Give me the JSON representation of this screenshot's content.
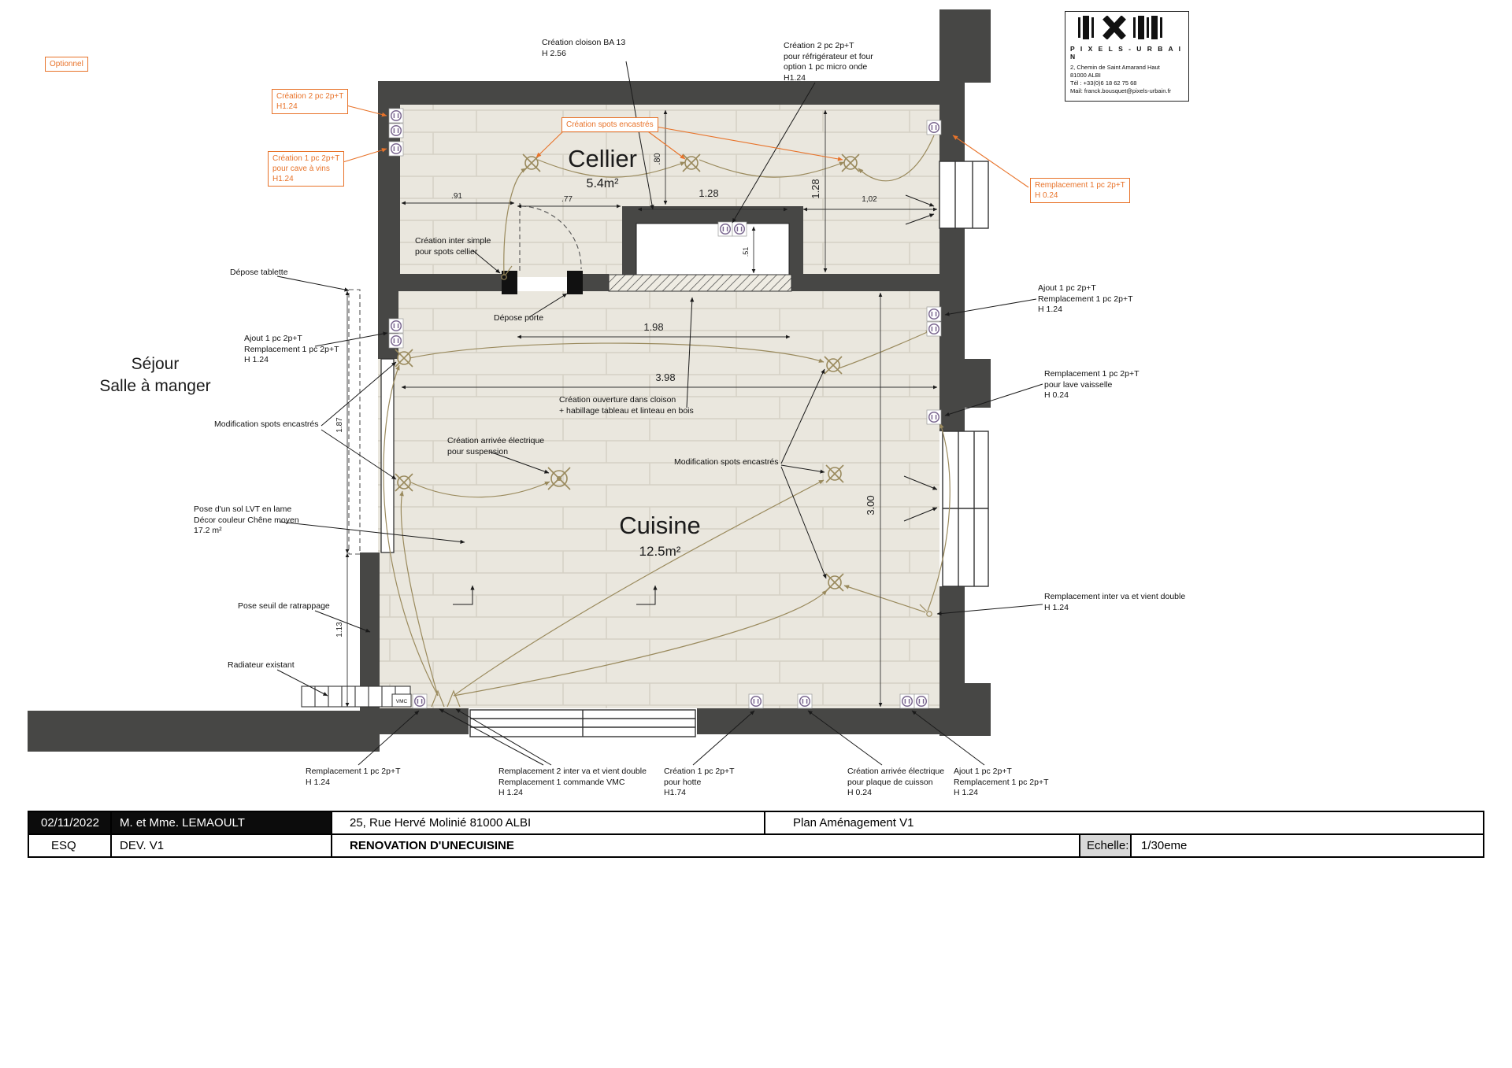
{
  "page": {
    "optionnel": "Optionnel"
  },
  "logo": {
    "brand": "P I X E L S - U R B A I N",
    "address1": "2, Chemin de Saint Amarand Haut",
    "address2": "81000 ALBI",
    "tel": "Tél : +33(0)6 18 62 75 68",
    "mail": "Mail: franck.bousquet@pixels-urbain.fr"
  },
  "rooms": {
    "cellier": {
      "name": "Cellier",
      "area": "5.4m²"
    },
    "cuisine": {
      "name": "Cuisine",
      "area": "12.5m²"
    },
    "sejour": {
      "line1": "Séjour",
      "line2": "Salle à manger"
    }
  },
  "symbols": {
    "vmc": "VMC"
  },
  "dimensions": {
    "d91": ".91",
    "d77": ".77",
    "d128h": "1.28",
    "d102": "1,02",
    "d80": ".80",
    "d128v": "1.28",
    "d51": ".51",
    "d198": "1.98",
    "d398": "3.98",
    "d300": "3.00",
    "d187": "1.87",
    "d113": "1.13"
  },
  "annotations": {
    "o_2pc": "Création  2 pc 2p+T\nH1.24",
    "o_cave": "Création  1 pc 2p+T\npour cave à vins\nH1.24",
    "o_spots": "Création spots encastrés",
    "o_remp024": "Remplacement  1 pc 2p+T\nH 0.24",
    "cloison": "Création  cloison BA 13\nH 2.56",
    "refrigerateur": "Création  2 pc 2p+T\npour réfrigérateur et four\noption 1 pc micro onde\nH1.24",
    "inter_simple": "Création inter simple\npour spots cellier",
    "depose_tablette": "Dépose tablette",
    "depose_porte": "Dépose porte",
    "ajout_gauche": "Ajout 1 pc 2p+T\nRemplacement  1 pc 2p+T\nH 1.24",
    "modif_spots_gauche": "Modification spots encastrés",
    "arrivee_suspension": "Création arrivée électrique\npour suspension",
    "ouverture_cloison": "Création ouverture dans cloison\n+ habillage tableau et linteau en bois",
    "modif_spots_droite": "Modification spots encastrés",
    "sol_lvt": "Pose d'un sol LVT en lame\nDécor couleur Chêne moyen\n17.2 m²",
    "seuil": "Pose seuil de ratrappage",
    "radiateur": "Radiateur existant",
    "remp_bas1": "Remplacement  1 pc 2p+T\nH 1.24",
    "remp_vmc": "Remplacement  2 inter va et vient double\nRemplacement  1 commande VMC\nH 1.24",
    "hotte": "Création 1 pc 2p+T\npour hotte\nH1.74",
    "plaque": "Création arrivée électrique\npour plaque de cuisson\nH 0.24",
    "ajout_bas": "Ajout 1 pc 2p+T\nRemplacement  1 pc 2p+T\nH 1.24",
    "ajout_droite": "Ajout 1 pc 2p+T\nRemplacement  1 pc 2p+T\nH 1.24",
    "lave_vaisselle": "Remplacement  1 pc 2p+T\npour lave vaisselle\nH 0.24",
    "inter_vv": "Remplacement  inter va et vient double\nH 1.24"
  },
  "titleblock": {
    "date": "02/11/2022",
    "client": "M. et Mme. LEMAOULT",
    "address": "25, Rue Hervé Molinié 81000 ALBI",
    "plan": "Plan Aménagement V1",
    "phase": "ESQ",
    "version": "DEV. V1",
    "project": "RENOVATION D'UNECUISINE",
    "scale_label": "Echelle:",
    "scale_value": "1/30eme"
  },
  "colors": {
    "wall": "#474745",
    "accent_orange": "#e8732a",
    "outlet": "#7b6890",
    "spot": "#9a8a5d"
  }
}
